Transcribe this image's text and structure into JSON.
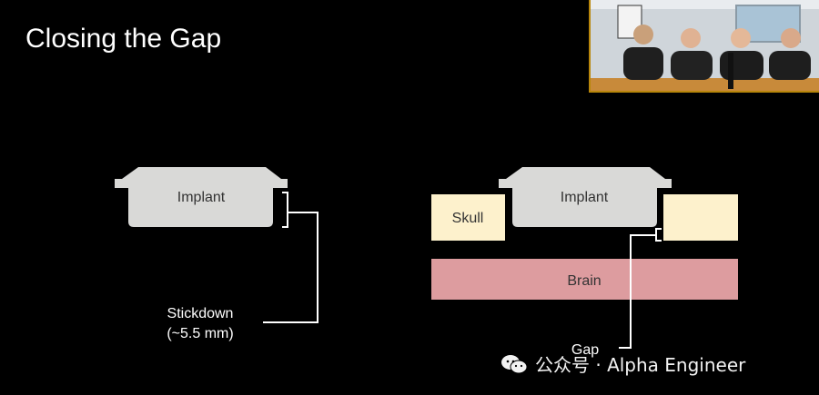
{
  "slide": {
    "title": "Closing the Gap"
  },
  "left_diagram": {
    "implant_label": "Implant",
    "stickdown_label_line1": "Stickdown",
    "stickdown_label_line2": "(~5.5 mm)"
  },
  "right_diagram": {
    "implant_label": "Implant",
    "skull_label": "Skull",
    "brain_label": "Brain",
    "gap_label": "Gap"
  },
  "watermark": {
    "text": "公众号 · Alpha Engineer"
  },
  "colors": {
    "background": "#000000",
    "implant": "#d9d9d7",
    "skull": "#fdf1cc",
    "brain": "#dd9c9f",
    "line": "#ffffff"
  }
}
